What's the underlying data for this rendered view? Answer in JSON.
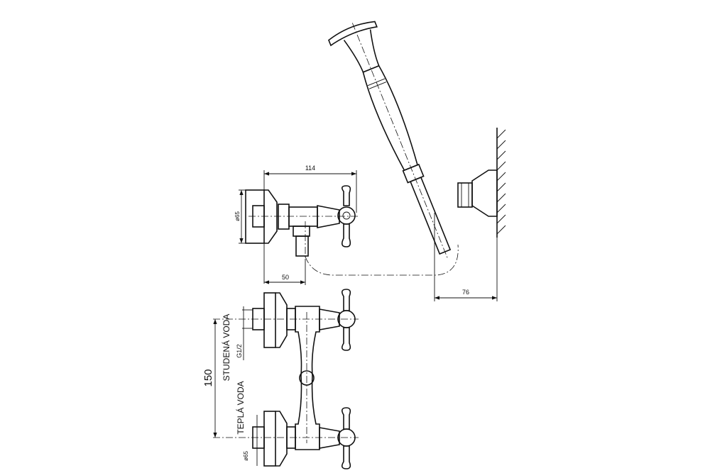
{
  "title": "Shower mixer technical drawing",
  "dimensions": {
    "top_width": "114",
    "top_plate_diameter": "ø65",
    "outlet_offset": "50",
    "wall_holder_depth": "76",
    "inlet_spacing": "150",
    "thread": "G1/2",
    "bottom_plate_diameter": "ø65"
  },
  "labels": {
    "cold_water": "STUDENÁ VODA",
    "hot_water": "TEPLÁ VODA"
  }
}
